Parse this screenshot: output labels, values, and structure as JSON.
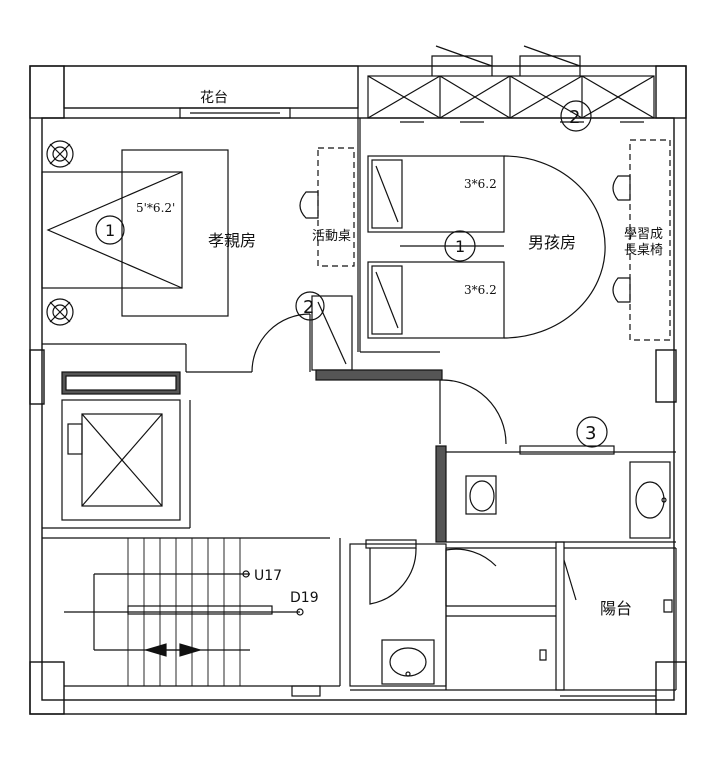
{
  "rooms": {
    "planter": "花台",
    "parents_room": "孝親房",
    "activity_table": "活動桌",
    "boys_room": "男孩房",
    "study_desk_line1": "學習成",
    "study_desk_line2": "長桌椅",
    "balcony": "陽台"
  },
  "beds": {
    "parents_bed_size": "5'*6.2'",
    "boys_bed_upper_size": "3*6.2",
    "boys_bed_lower_size": "3*6.2"
  },
  "markers": {
    "parents_bed_marker": "1",
    "boys_bed_marker": "1",
    "window_wardrobe_marker": "2",
    "door_wardrobe_marker": "2",
    "bathroom_marker": "3"
  },
  "stair": {
    "up_label": "U17",
    "down_label": "D19"
  }
}
